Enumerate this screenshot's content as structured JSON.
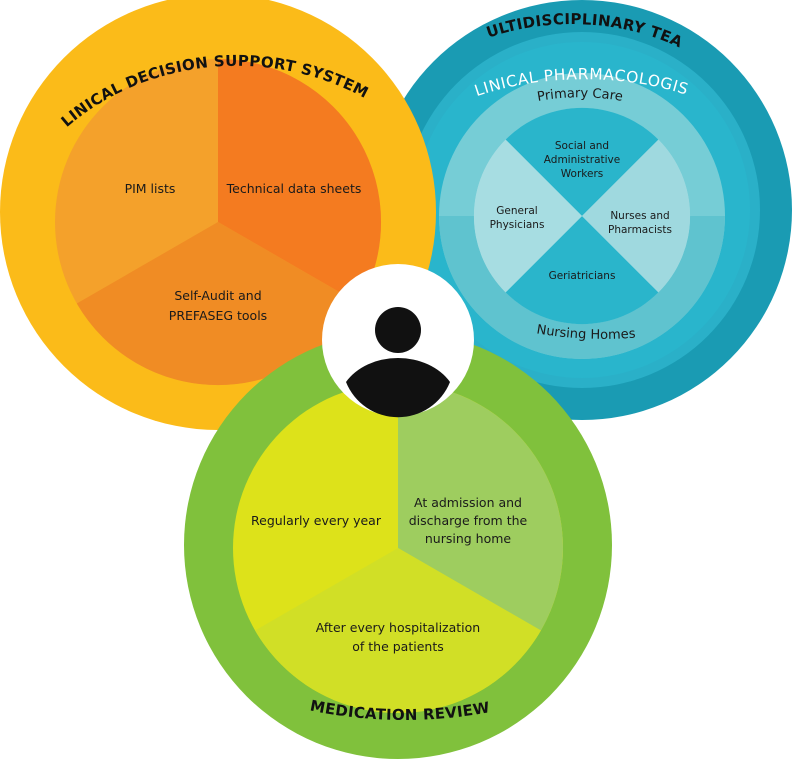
{
  "clinical_decision_support": {
    "title": "CLINICAL DECISION SUPPORT SYSTEMS",
    "segments": [
      "PIM lists",
      "Technical data sheets",
      "Self-Audit and",
      "PREFASEG tools"
    ]
  },
  "multidisciplinary_team": {
    "title": "MULTIDISCIPLINARY TEAM",
    "ring_label": "CLINICAL PHARMACOLOGIST",
    "setting_top": "Primary Care",
    "setting_bottom": "Nursing Homes",
    "quadrants": {
      "top": [
        "Social and",
        "Administrative",
        "Workers"
      ],
      "left": [
        "General",
        "Physicians"
      ],
      "right": [
        "Nurses and",
        "Pharmacists"
      ],
      "bottom": [
        "Geriatricians"
      ]
    }
  },
  "medication_review": {
    "title": "MEDICATION REVIEW",
    "segments": {
      "left": [
        "Regularly every year"
      ],
      "right": [
        "At admission and",
        "discharge from the",
        "nursing home"
      ],
      "bottom": [
        "After every hospitalization",
        "of the patients"
      ]
    }
  },
  "colors": {
    "orange_outer": "#FBBB19",
    "orange_seg1": "#F4A12B",
    "orange_seg2": "#F47B20",
    "orange_seg3": "#F08C24",
    "teal_outer": "#1A9BB3",
    "teal_ring": "#29B5CC",
    "teal_light": "#76CDD6",
    "teal_pale": "#A7DDE2",
    "green_outer": "#80C13C",
    "green_seg1": "#DDE21A",
    "green_seg2": "#9ECD5F",
    "green_seg3": "#D1DF26",
    "person": "#111111"
  },
  "icons": [
    "person-icon"
  ]
}
